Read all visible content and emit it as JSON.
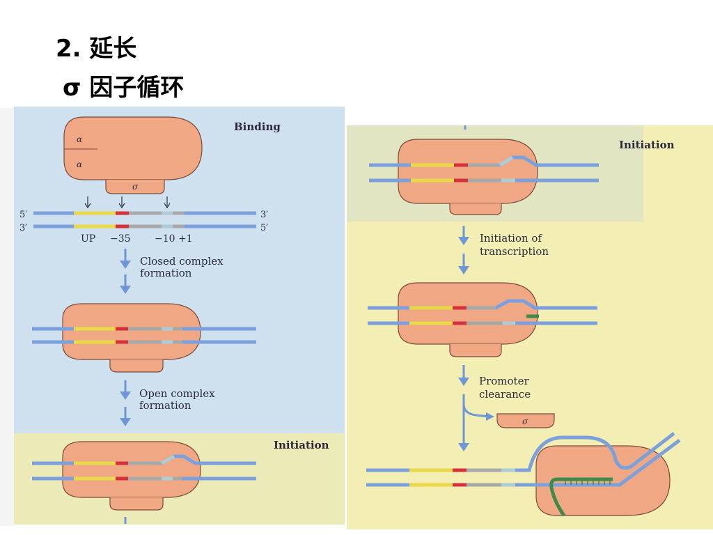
{
  "slide": {
    "heading": "2. 延长",
    "subheading": "σ 因子循环"
  },
  "left_panel": {
    "binding_label": "Binding",
    "alpha_label": "α",
    "sigma_label": "σ",
    "end_5_top": "5′",
    "end_3_top": "3′",
    "end_3_bottom": "3′",
    "end_5_bottom": "5′",
    "pos_up": "UP",
    "pos_minus35": "−35",
    "pos_minus10": "−10",
    "pos_plus1": "+1",
    "step1_line1": "Closed complex",
    "step1_line2": "formation",
    "step2_line1": "Open complex",
    "step2_line2": "formation",
    "initiation_label": "Initiation"
  },
  "right_panel": {
    "initiation_label": "Initiation",
    "step3_line1": "Initiation of",
    "step3_line2": "transcription",
    "step4_line1": "Promoter",
    "step4_line2": "clearance",
    "sigma_label": "σ"
  },
  "colors": {
    "left_bg": "#cfe1ee",
    "initiation_bg": "#ecebb8",
    "right_bg": "#f3eeb4",
    "polymerase": "#f0a884",
    "dna": "#7ba0dc",
    "up_element": "#e8d84a",
    "minus35": "#d6303a",
    "minus10": "#aeccd8",
    "rna": "#3e8a4a",
    "arrow": "#6f97d6"
  }
}
